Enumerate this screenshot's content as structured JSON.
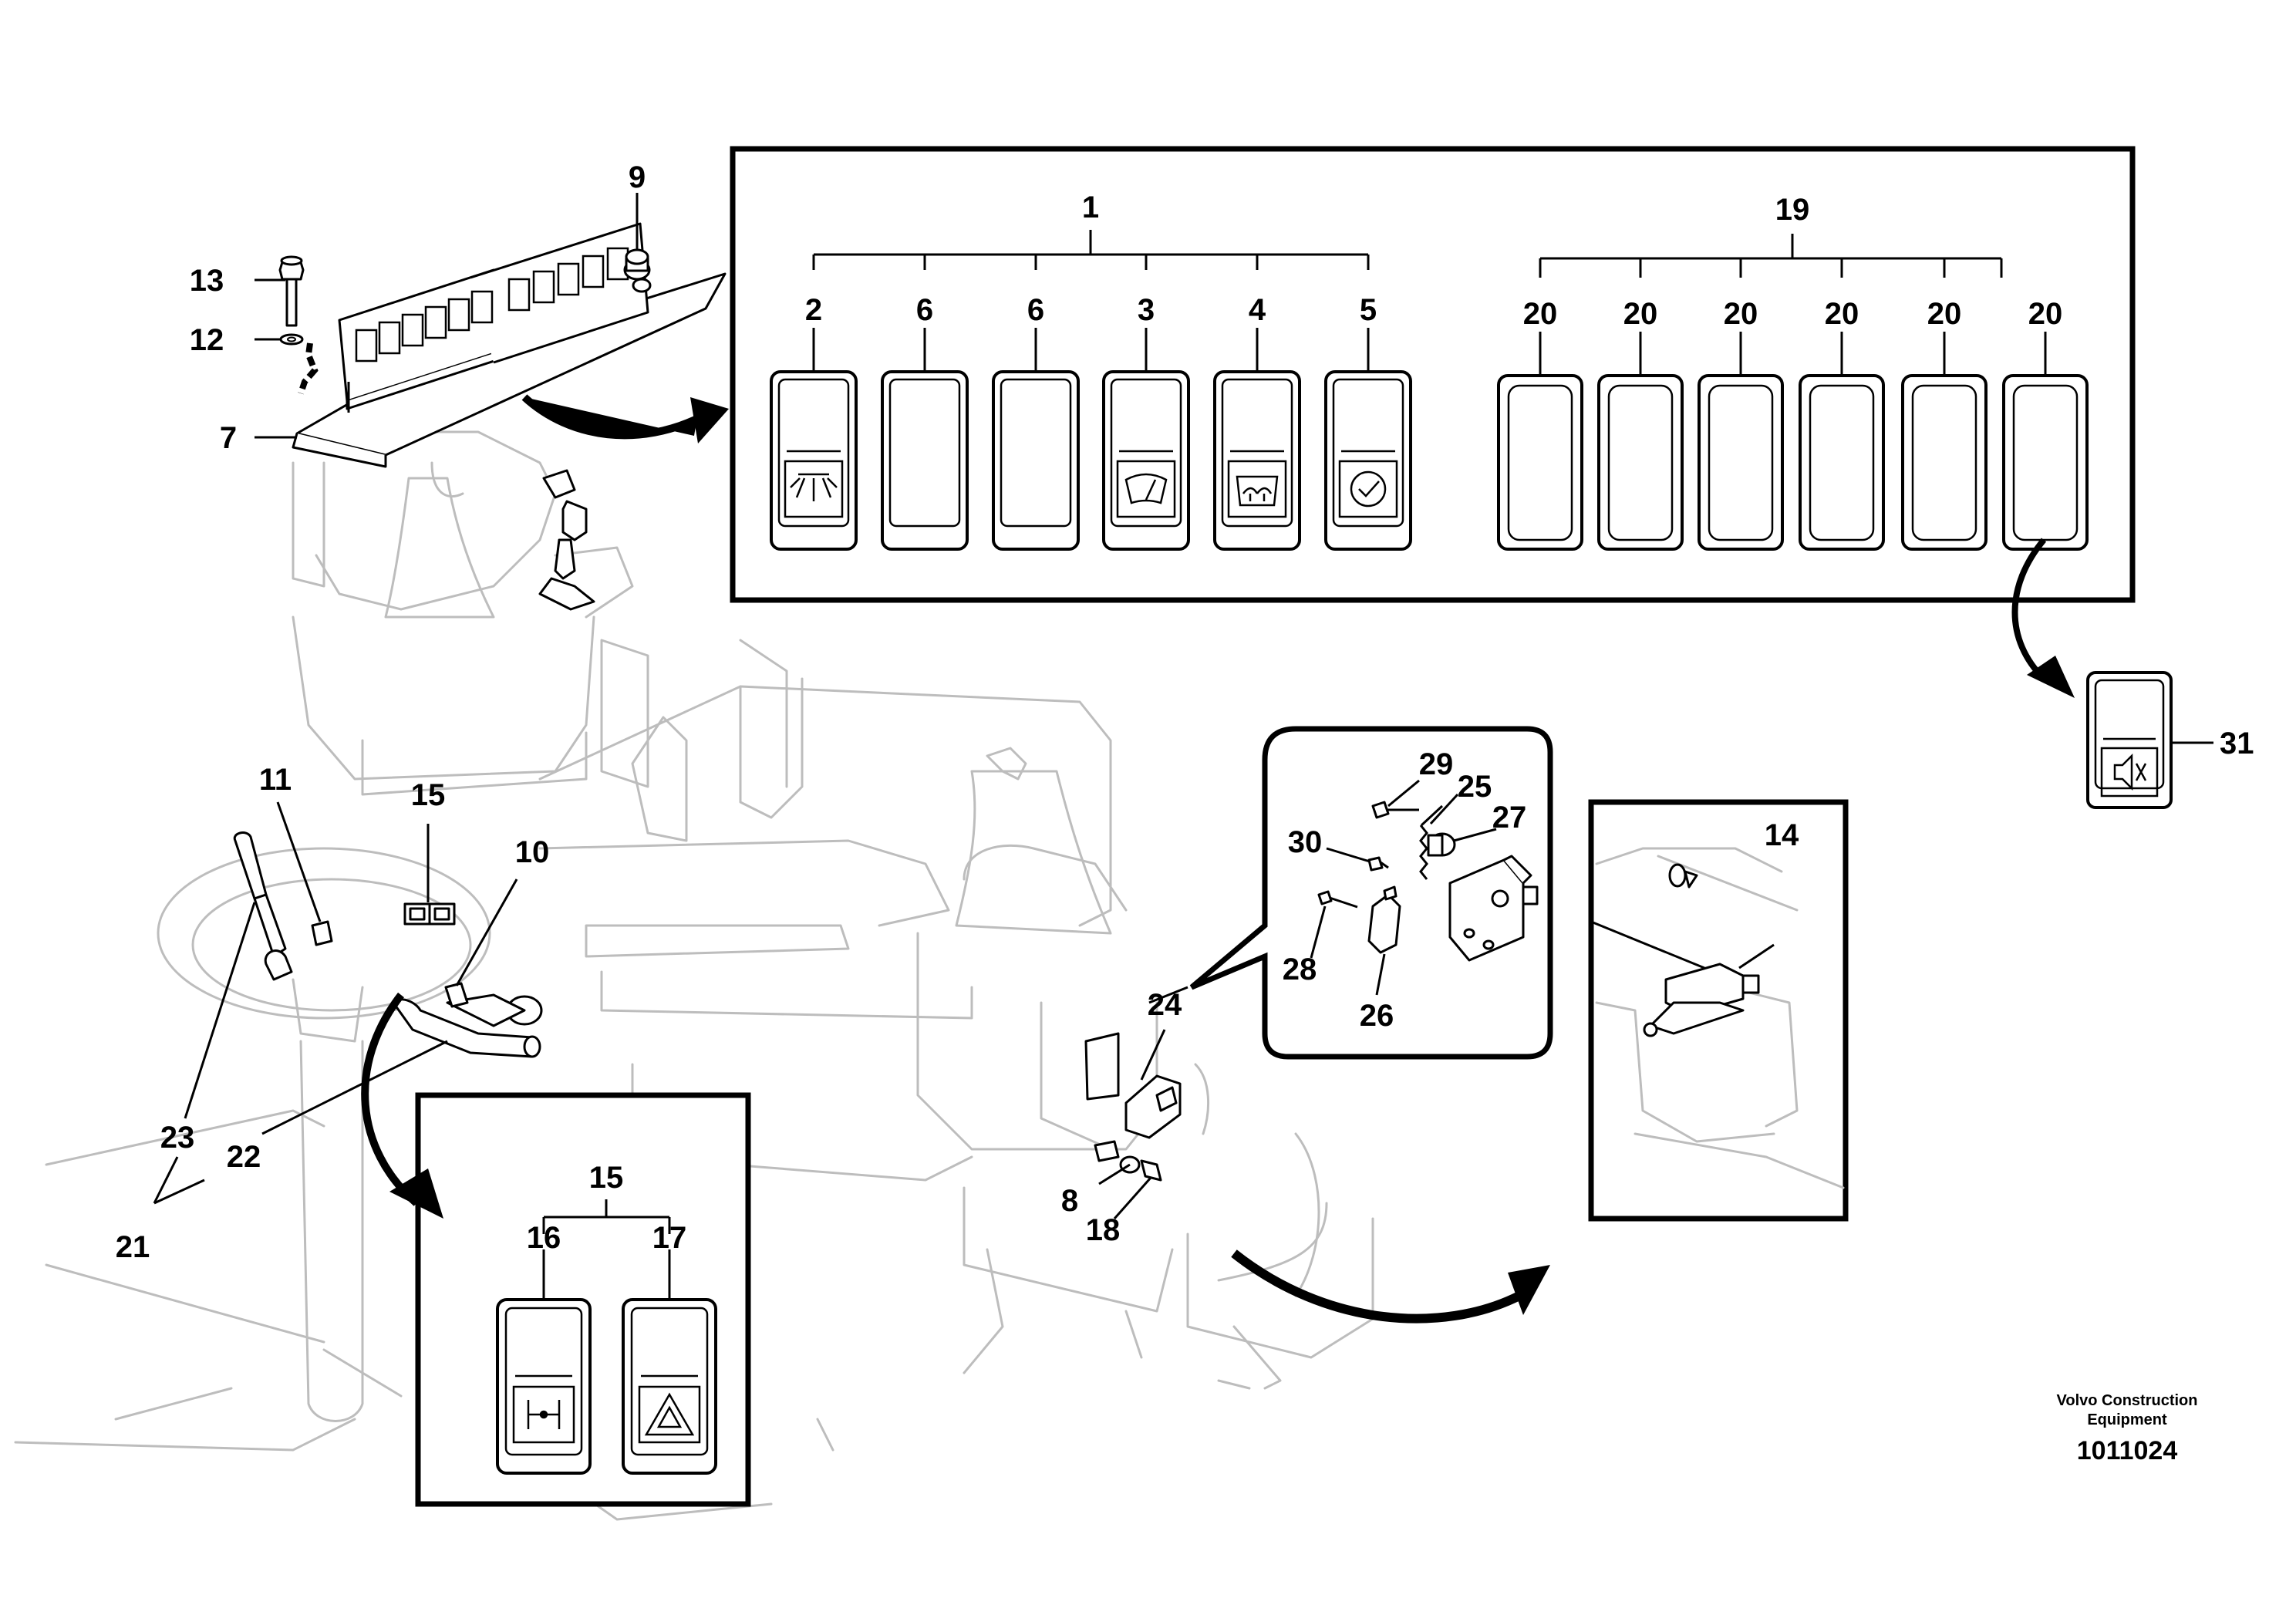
{
  "diagram": {
    "callouts": {
      "c1": "1",
      "c2": "2",
      "c3": "3",
      "c4": "4",
      "c5": "5",
      "c6a": "6",
      "c6b": "6",
      "c7": "7",
      "c8": "8",
      "c9": "9",
      "c10": "10",
      "c11": "11",
      "c12": "12",
      "c13": "13",
      "c14": "14",
      "c15a": "15",
      "c15b": "15",
      "c16": "16",
      "c17": "17",
      "c18": "18",
      "c19": "19",
      "c20a": "20",
      "c20b": "20",
      "c20c": "20",
      "c20d": "20",
      "c20e": "20",
      "c20f": "20",
      "c21": "21",
      "c22": "22",
      "c23": "23",
      "c24": "24",
      "c25": "25",
      "c26": "26",
      "c27": "27",
      "c28": "28",
      "c29": "29",
      "c30": "30",
      "c31": "31"
    },
    "icons": {
      "switch_2": "work-light-icon",
      "switch_3": "front-wiper-icon",
      "switch_4": "rear-wiper-icon",
      "switch_5": "check-icon",
      "switch_16": "float-position-icon",
      "switch_17": "hazard-warning-icon",
      "switch_31": "buzzer-mute-icon"
    }
  },
  "footer": {
    "company_line1": "Volvo Construction",
    "company_line2": "Equipment",
    "doc_number": "1011024"
  }
}
